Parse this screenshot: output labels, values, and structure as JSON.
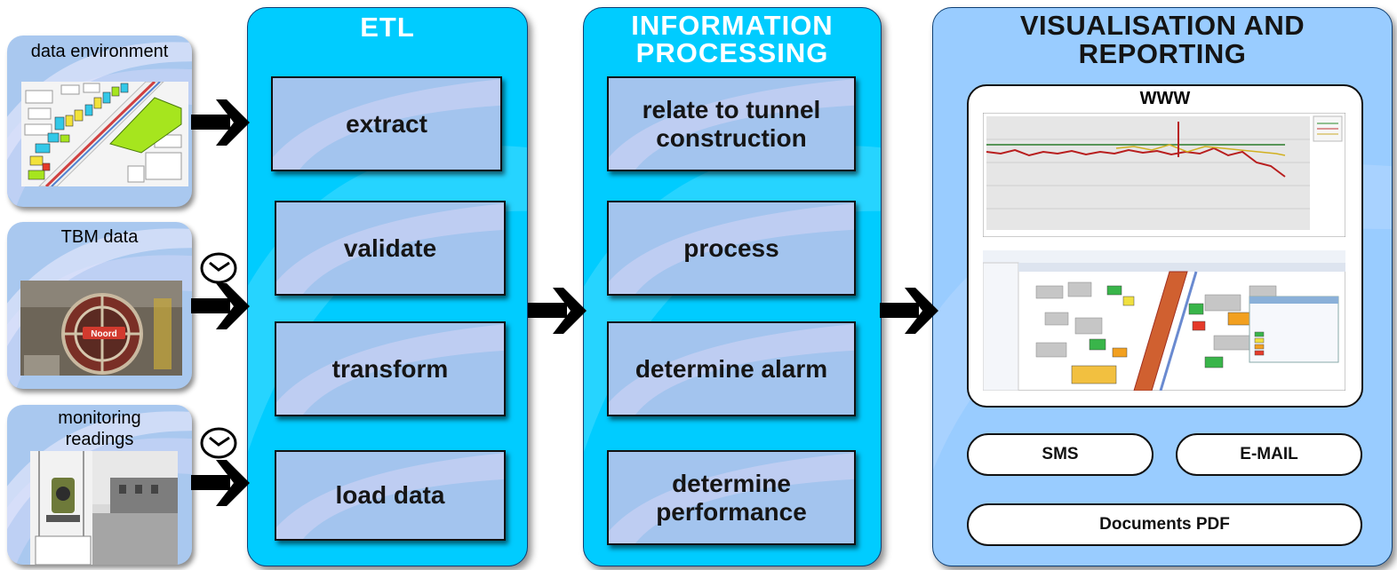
{
  "sources": [
    {
      "label": "data environment"
    },
    {
      "label": "TBM data",
      "image_text": "Noord"
    },
    {
      "label_line1": "monitoring",
      "label_line2": "readings"
    }
  ],
  "etl": {
    "title": "ETL",
    "steps": [
      "extract",
      "validate",
      "transform",
      "load data"
    ]
  },
  "processing": {
    "title_line1": "INFORMATION",
    "title_line2": "PROCESSING",
    "steps": [
      {
        "line1": "relate to tunnel",
        "line2": "construction"
      },
      {
        "line1": "process"
      },
      {
        "line1": "determine alarm"
      },
      {
        "line1": "determine",
        "line2": "performance"
      }
    ]
  },
  "visualisation": {
    "title_line1": "VISUALISATION AND",
    "title_line2": "REPORTING",
    "www_label": "WWW",
    "sms_label": "SMS",
    "email_label": "E-MAIL",
    "pdf_label": "Documents PDF"
  },
  "colors": {
    "etl_fill": "#00ccff",
    "processing_fill": "#00ccff",
    "visualisation_fill": "#99ccff",
    "step_fill": "#a3c4ee",
    "arrow": "#000000"
  },
  "icons": [
    "arrow-right-icon",
    "clock-icon"
  ]
}
